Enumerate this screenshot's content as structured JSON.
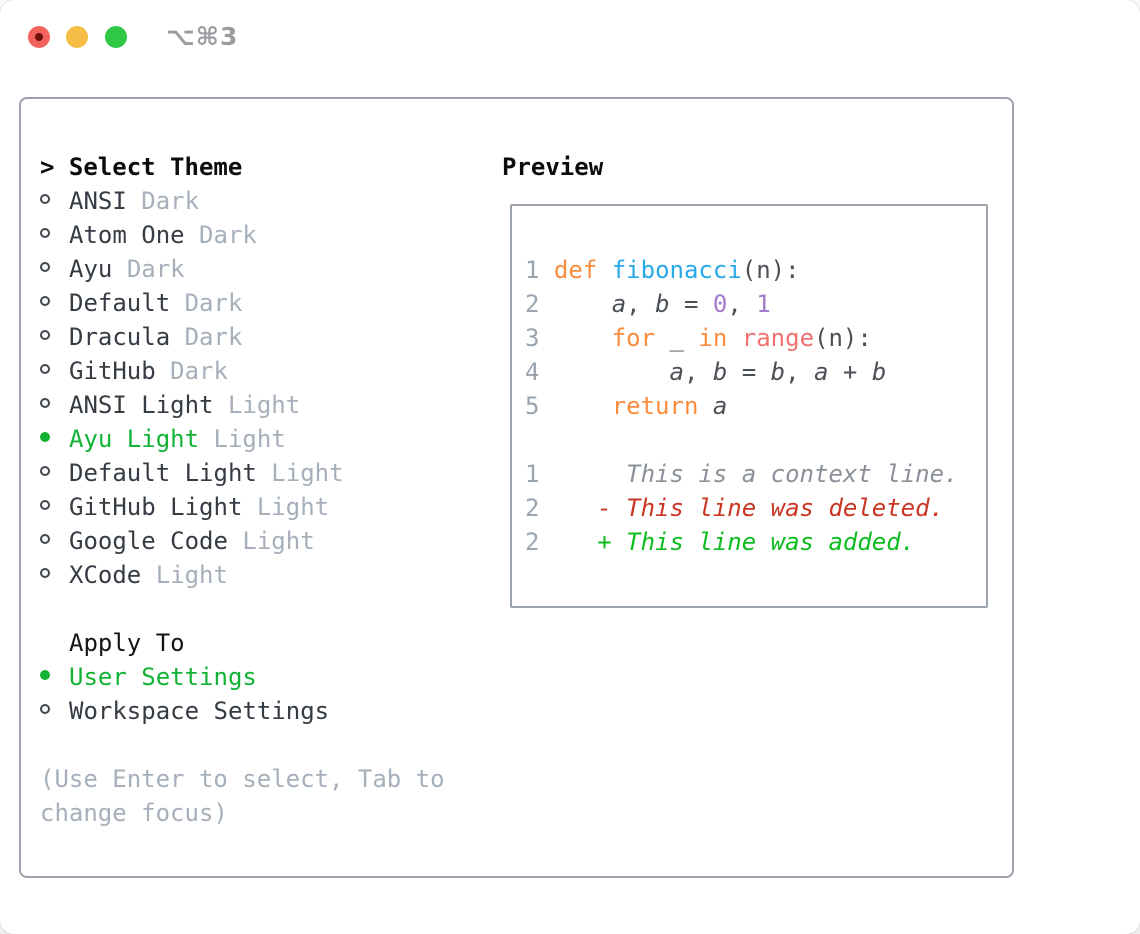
{
  "window": {
    "title": "⌥⌘3",
    "traffic_lights": [
      "close",
      "minimize",
      "zoom"
    ]
  },
  "theme_picker": {
    "header": {
      "prefix": "> ",
      "label": "Select Theme"
    },
    "themes": [
      {
        "name": "ANSI",
        "variant": "Dark",
        "selected": false
      },
      {
        "name": "Atom One",
        "variant": "Dark",
        "selected": false
      },
      {
        "name": "Ayu",
        "variant": "Dark",
        "selected": false
      },
      {
        "name": "Default",
        "variant": "Dark",
        "selected": false
      },
      {
        "name": "Dracula",
        "variant": "Dark",
        "selected": false
      },
      {
        "name": "GitHub",
        "variant": "Dark",
        "selected": false
      },
      {
        "name": "ANSI Light",
        "variant": "Light",
        "selected": false
      },
      {
        "name": "Ayu Light",
        "variant": "Light",
        "selected": true
      },
      {
        "name": "Default Light",
        "variant": "Light",
        "selected": false
      },
      {
        "name": "GitHub Light",
        "variant": "Light",
        "selected": false
      },
      {
        "name": "Google Code",
        "variant": "Light",
        "selected": false
      },
      {
        "name": "XCode",
        "variant": "Light",
        "selected": false
      }
    ],
    "apply_to": {
      "label": "Apply To",
      "options": [
        {
          "name": "User Settings",
          "selected": true
        },
        {
          "name": "Workspace Settings",
          "selected": false
        }
      ]
    },
    "help": [
      "(Use Enter to select, Tab to",
      "change focus)"
    ]
  },
  "preview": {
    "header": "Preview",
    "lines": [
      [
        {
          "t": "1 ",
          "c": "ln"
        },
        {
          "t": "def",
          "c": "kw"
        },
        {
          "t": " ",
          "c": "code"
        },
        {
          "t": "fibonacci",
          "c": "fn"
        },
        {
          "t": "(n):",
          "c": "code"
        }
      ],
      [
        {
          "t": "2 ",
          "c": "ln"
        },
        {
          "t": "    ",
          "c": "code"
        },
        {
          "t": "a",
          "c": "code",
          "i": 1
        },
        {
          "t": ", ",
          "c": "code"
        },
        {
          "t": "b",
          "c": "code",
          "i": 1
        },
        {
          "t": " = ",
          "c": "code"
        },
        {
          "t": "0",
          "c": "num"
        },
        {
          "t": ", ",
          "c": "code"
        },
        {
          "t": "1",
          "c": "num"
        }
      ],
      [
        {
          "t": "3 ",
          "c": "ln"
        },
        {
          "t": "    ",
          "c": "code"
        },
        {
          "t": "for",
          "c": "kw"
        },
        {
          "t": " _ ",
          "c": "code"
        },
        {
          "t": "in",
          "c": "kw"
        },
        {
          "t": " ",
          "c": "code"
        },
        {
          "t": "range",
          "c": "call"
        },
        {
          "t": "(n):",
          "c": "code"
        }
      ],
      [
        {
          "t": "4 ",
          "c": "ln"
        },
        {
          "t": "        ",
          "c": "code"
        },
        {
          "t": "a",
          "c": "code",
          "i": 1
        },
        {
          "t": ", ",
          "c": "code"
        },
        {
          "t": "b",
          "c": "code",
          "i": 1
        },
        {
          "t": " = ",
          "c": "code"
        },
        {
          "t": "b",
          "c": "code",
          "i": 1
        },
        {
          "t": ", ",
          "c": "code"
        },
        {
          "t": "a",
          "c": "code",
          "i": 1
        },
        {
          "t": " + ",
          "c": "code"
        },
        {
          "t": "b",
          "c": "code",
          "i": 1
        }
      ],
      [
        {
          "t": "5 ",
          "c": "ln"
        },
        {
          "t": "    ",
          "c": "code"
        },
        {
          "t": "return",
          "c": "kw"
        },
        {
          "t": " ",
          "c": "code"
        },
        {
          "t": "a",
          "c": "code",
          "i": 1
        }
      ],
      [],
      [
        {
          "t": "1",
          "c": "ln"
        },
        {
          "t": "      ",
          "c": "code"
        },
        {
          "t": "This is a context line.",
          "c": "ctx",
          "i": 1
        }
      ],
      [
        {
          "t": "2",
          "c": "ln"
        },
        {
          "t": "    ",
          "c": "code"
        },
        {
          "t": "- This line was deleted.",
          "c": "del",
          "i": 1
        }
      ],
      [
        {
          "t": "2",
          "c": "ln"
        },
        {
          "t": "    ",
          "c": "code"
        },
        {
          "t": "+ This line was added.",
          "c": "add",
          "i": 1
        }
      ]
    ]
  },
  "colors": {
    "accent_green": "#12b335",
    "added_green": "#0dbd20",
    "deleted_red": "#cb3523",
    "context_gray": "#8b9199",
    "keyword_orange": "#f98d3d",
    "function_blue": "#29a8e8",
    "call_coral": "#f07171",
    "number_purple": "#a37acc",
    "muted": "#a6afba",
    "line_number": "#9aa4af",
    "text_dark": "#363c43",
    "code_text": "#4b5057",
    "border": "#9aa2ae",
    "traffic_red": "#f2635d",
    "traffic_yellow": "#f5bd45",
    "traffic_green": "#2ec845",
    "title_gray": "#9b9ba0"
  }
}
